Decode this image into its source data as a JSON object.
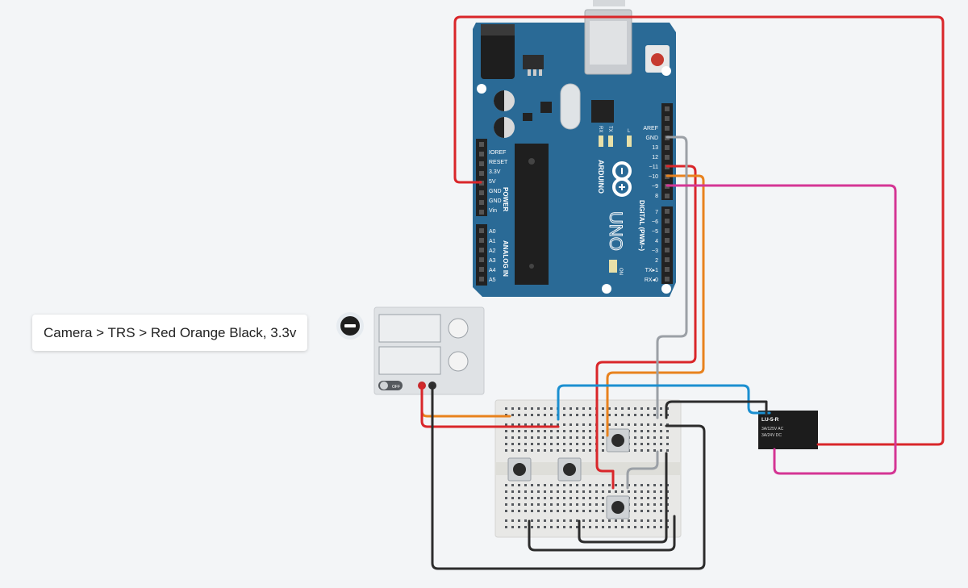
{
  "note": {
    "text": "Camera > TRS > Red Orange Black, 3.3v",
    "close_icon": "minus-circle-icon"
  },
  "arduino": {
    "brand": "ARDUINO",
    "model": "UNO",
    "power_label": "POWER",
    "analog_label": "ANALOG IN",
    "digital_label": "DIGITAL (PWM~)",
    "on_label": "ON",
    "tx_label": "TX",
    "rx_label": "RX",
    "l_label": "L",
    "power_pins": [
      "IOREF",
      "RESET",
      "3.3V",
      "5V",
      "GND",
      "GND",
      "Vin"
    ],
    "analog_pins": [
      "A0",
      "A1",
      "A2",
      "A3",
      "A4",
      "A5"
    ],
    "digital_pins": [
      "AREF",
      "GND",
      "13",
      "12",
      "~11",
      "~10",
      "~9",
      "8",
      "7",
      "~6",
      "~5",
      "4",
      "~3",
      "2",
      "TX▸1",
      "RX◂0"
    ],
    "board_color": "#2a6a96"
  },
  "power_supply": {
    "switch_label": "OFF"
  },
  "relay": {
    "model": "LU-5-R",
    "rating1": "3A/125V AC",
    "rating2": "3A/24V  DC"
  },
  "wire_colors": {
    "red": "#d9262a",
    "orange": "#e8821e",
    "black": "#2c2c2c",
    "gray": "#9ba0a6",
    "blue": "#1b8fd0",
    "magenta": "#d43594"
  }
}
